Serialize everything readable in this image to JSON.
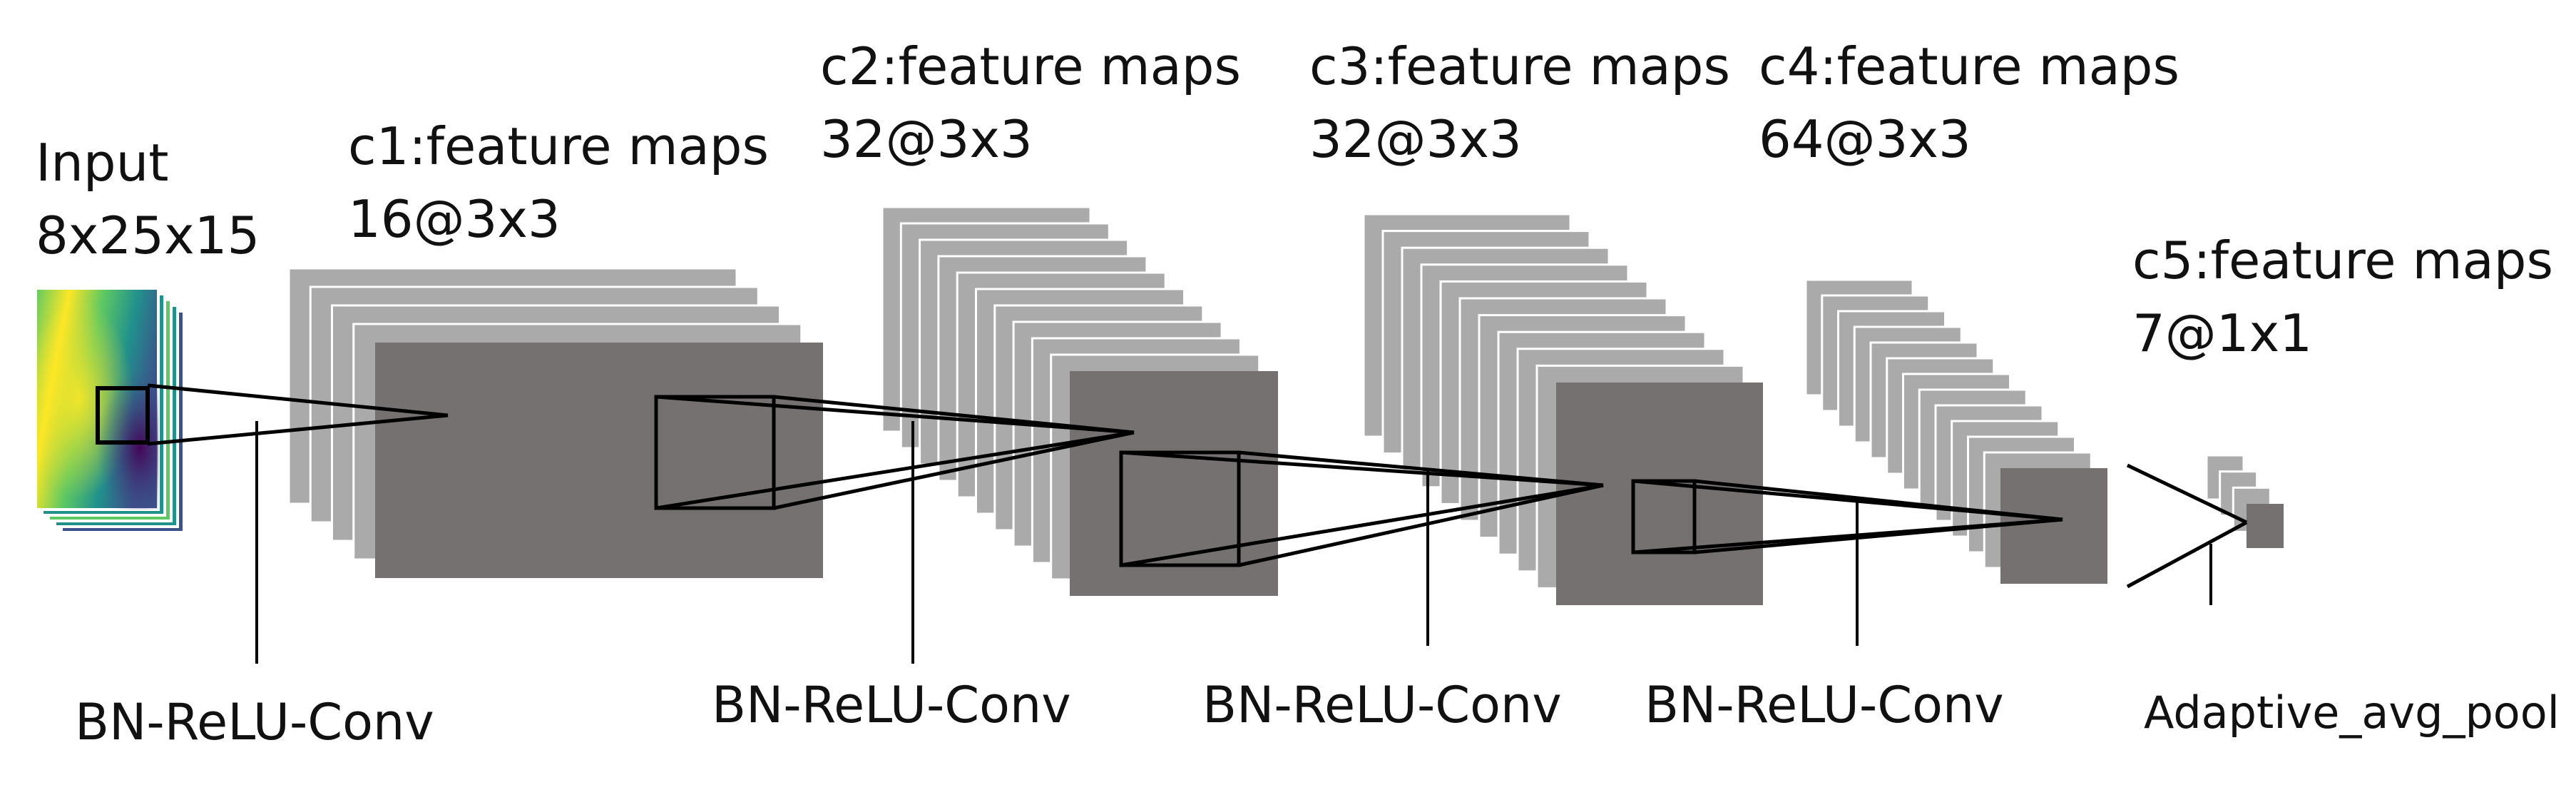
{
  "colors": {
    "background": "#ffffff",
    "map_front": "#757170",
    "map_back": "#aaaaaa",
    "map_edge": "#ffffff",
    "line": "#000000",
    "input_cmap": [
      "#440154",
      "#3b528b",
      "#21918c",
      "#5ec962",
      "#fde725"
    ]
  },
  "input": {
    "title": "Input",
    "shape": "8x25x15"
  },
  "layers": [
    {
      "id": "c1",
      "title": "c1:feature maps",
      "shape": "16@3x3"
    },
    {
      "id": "c2",
      "title": "c2:feature maps",
      "shape": "32@3x3"
    },
    {
      "id": "c3",
      "title": "c3:feature maps",
      "shape": "32@3x3"
    },
    {
      "id": "c4",
      "title": "c4:feature maps",
      "shape": "64@3x3"
    },
    {
      "id": "c5",
      "title": "c5:feature maps",
      "shape": "7@1x1"
    }
  ],
  "operations": [
    {
      "label": "BN-ReLU-Conv"
    },
    {
      "label": "BN-ReLU-Conv"
    },
    {
      "label": "BN-ReLU-Conv"
    },
    {
      "label": "BN-ReLU-Conv"
    },
    {
      "label": "Adaptive_avg_pool"
    }
  ]
}
